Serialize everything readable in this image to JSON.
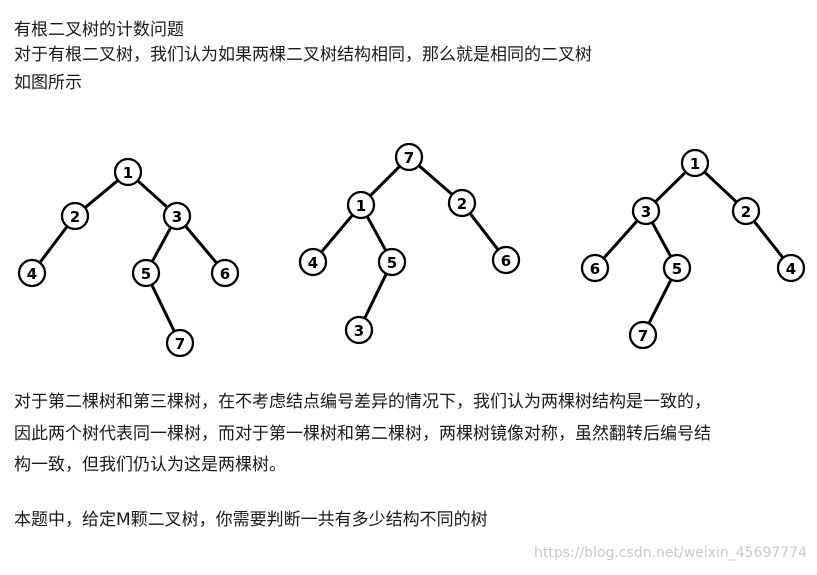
{
  "text": {
    "title": "有根二叉树的计数问题",
    "intro": "对于有根二叉树，我们认为如果两棵二叉树结构相同，那么就是相同的二叉树",
    "figure_ref": "如图所示",
    "para_line1": "对于第二棵树和第三棵树，在不考虑结点编号差异的情况下，我们认为两棵树结构是一致的，",
    "para_line2": "因此两个树代表同一棵树，而对于第一棵树和第二棵树，两棵树镜像对称，虽然翻转后编号结",
    "para_line3": "构一致，但我们仍认为这是两棵树。",
    "question": "本题中，给定M颗二叉树，你需要判断一共有多少结构不同的树"
  },
  "watermark": "https://blog.csdn.net/weixin_45697774",
  "trees": [
    {
      "nodes": [
        {
          "id": "t1n1",
          "label": "1"
        },
        {
          "id": "t1n2",
          "label": "2"
        },
        {
          "id": "t1n3",
          "label": "3"
        },
        {
          "id": "t1n4",
          "label": "4"
        },
        {
          "id": "t1n5",
          "label": "5"
        },
        {
          "id": "t1n6",
          "label": "6"
        },
        {
          "id": "t1n7",
          "label": "7"
        }
      ],
      "edges": [
        [
          "t1n1",
          "t1n2"
        ],
        [
          "t1n1",
          "t1n3"
        ],
        [
          "t1n2",
          "t1n4"
        ],
        [
          "t1n3",
          "t1n5"
        ],
        [
          "t1n3",
          "t1n6"
        ],
        [
          "t1n5",
          "t1n7"
        ]
      ]
    },
    {
      "nodes": [
        {
          "id": "t2n7",
          "label": "7"
        },
        {
          "id": "t2n1",
          "label": "1"
        },
        {
          "id": "t2n2",
          "label": "2"
        },
        {
          "id": "t2n4",
          "label": "4"
        },
        {
          "id": "t2n5",
          "label": "5"
        },
        {
          "id": "t2n6",
          "label": "6"
        },
        {
          "id": "t2n3",
          "label": "3"
        }
      ],
      "edges": [
        [
          "t2n7",
          "t2n1"
        ],
        [
          "t2n7",
          "t2n2"
        ],
        [
          "t2n1",
          "t2n4"
        ],
        [
          "t2n1",
          "t2n5"
        ],
        [
          "t2n2",
          "t2n6"
        ],
        [
          "t2n5",
          "t2n3"
        ]
      ]
    },
    {
      "nodes": [
        {
          "id": "t3n1",
          "label": "1"
        },
        {
          "id": "t3n3",
          "label": "3"
        },
        {
          "id": "t3n2",
          "label": "2"
        },
        {
          "id": "t3n6",
          "label": "6"
        },
        {
          "id": "t3n5",
          "label": "5"
        },
        {
          "id": "t3n4",
          "label": "4"
        },
        {
          "id": "t3n7",
          "label": "7"
        }
      ],
      "edges": [
        [
          "t3n1",
          "t3n3"
        ],
        [
          "t3n1",
          "t3n2"
        ],
        [
          "t3n3",
          "t3n6"
        ],
        [
          "t3n3",
          "t3n5"
        ],
        [
          "t3n2",
          "t3n4"
        ],
        [
          "t3n5",
          "t3n7"
        ]
      ]
    }
  ]
}
